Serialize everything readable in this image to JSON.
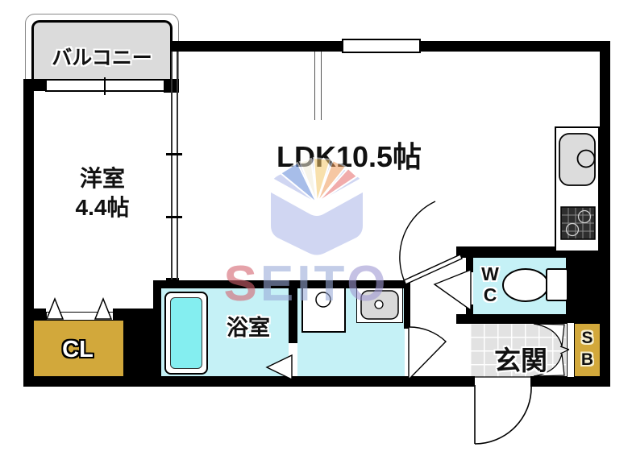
{
  "watermark": {
    "brand": "SEITO",
    "letters": [
      {
        "ch": "S"
      },
      {
        "ch": "E"
      },
      {
        "ch": "I"
      },
      {
        "ch": "T"
      },
      {
        "ch": "O"
      }
    ]
  },
  "rooms": {
    "balcony": {
      "label": "バルコニー"
    },
    "western_room": {
      "label": "洋室",
      "size": "4.4帖"
    },
    "ldk": {
      "label": "LDK10.5帖"
    },
    "bathroom": {
      "label": "浴室"
    },
    "wc": {
      "line1": "W",
      "line2": "C"
    },
    "entrance": {
      "label": "玄関"
    },
    "closet": {
      "label": "CL"
    },
    "shoe_box": {
      "line1": "S",
      "line2": "B"
    }
  },
  "fixtures": [
    "bathtub",
    "washer-pan",
    "washbasin",
    "toilet",
    "kitchen-sink",
    "gas-stove"
  ],
  "colors": {
    "wall": "#000000",
    "wet_room_cyan": "#c5f1f6",
    "bathtub_aqua": "#84eef0",
    "storage_gold": "#d2a83b",
    "balcony_gray": "#dbdbdb",
    "tile_gray": "#e2e2e2",
    "watermark_blue": "#aab6e8",
    "watermark_red": "#d56c78"
  }
}
